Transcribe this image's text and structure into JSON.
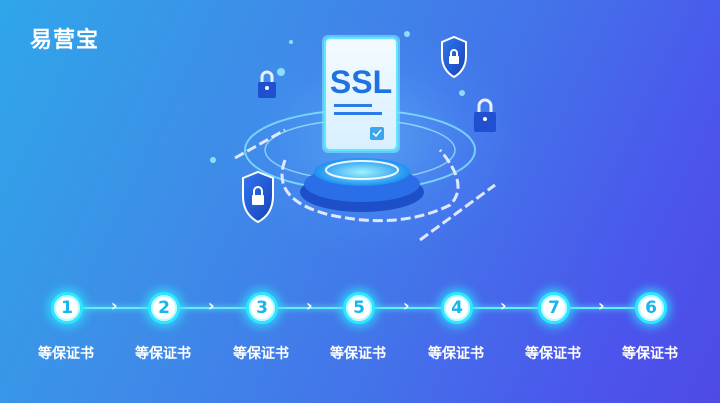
{
  "brand": {
    "name": "易营宝"
  },
  "hero": {
    "document_text": "SSL",
    "icons": [
      "ssl-certificate-icon",
      "shield-lock-icon",
      "padlock-icon",
      "chain-icon",
      "check-badge-icon"
    ]
  },
  "steps": [
    {
      "number": "1",
      "label": "等保证书"
    },
    {
      "number": "2",
      "label": "等保证书"
    },
    {
      "number": "3",
      "label": "等保证书"
    },
    {
      "number": "5",
      "label": "等保证书"
    },
    {
      "number": "4",
      "label": "等保证书"
    },
    {
      "number": "7",
      "label": "等保证书"
    },
    {
      "number": "6",
      "label": "等保证书"
    }
  ],
  "arrow_glyph": "›",
  "colors": {
    "accent": "#2ee6ff",
    "number": "#16b6ee",
    "bg_start": "#2fa6ea",
    "bg_end": "#4e4ae6"
  }
}
